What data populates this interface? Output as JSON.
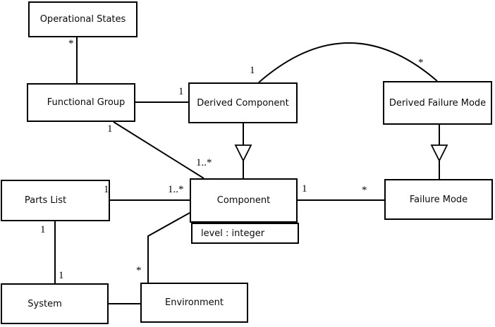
{
  "colors": {
    "background": "#ffffff",
    "box_fill": "#ffffff",
    "line_color": "#000000",
    "text_color": "#0a0a0a"
  },
  "nodes": {
    "operational_states": {
      "label": "Operational States"
    },
    "functional_group": {
      "label": "Functional Group"
    },
    "derived_component": {
      "label": "Derived Component"
    },
    "derived_failure_mode": {
      "label": "Derived Failure Mode"
    },
    "parts_list": {
      "label": "Parts List"
    },
    "component": {
      "label": "Component",
      "attribute": "level : integer"
    },
    "failure_mode": {
      "label": "Failure Mode"
    },
    "system": {
      "label": "System"
    },
    "environment": {
      "label": "Environment"
    }
  },
  "multiplicities": {
    "os_to_fg": "*",
    "fg_to_dc": "1",
    "dc_arc_end": "1",
    "dfm_arc_end": "*",
    "fg_to_component_fg_end": "1",
    "fg_to_component_comp_end": "1..*",
    "pl_to_component_pl_end": "1",
    "pl_to_component_comp_end": "1..*",
    "component_to_fm_comp_end": "1",
    "component_to_fm_fm_end": "*",
    "pl_to_system_pl_end": "1",
    "pl_to_system_sys_end": "1",
    "env_to_component_env_end": "*"
  }
}
